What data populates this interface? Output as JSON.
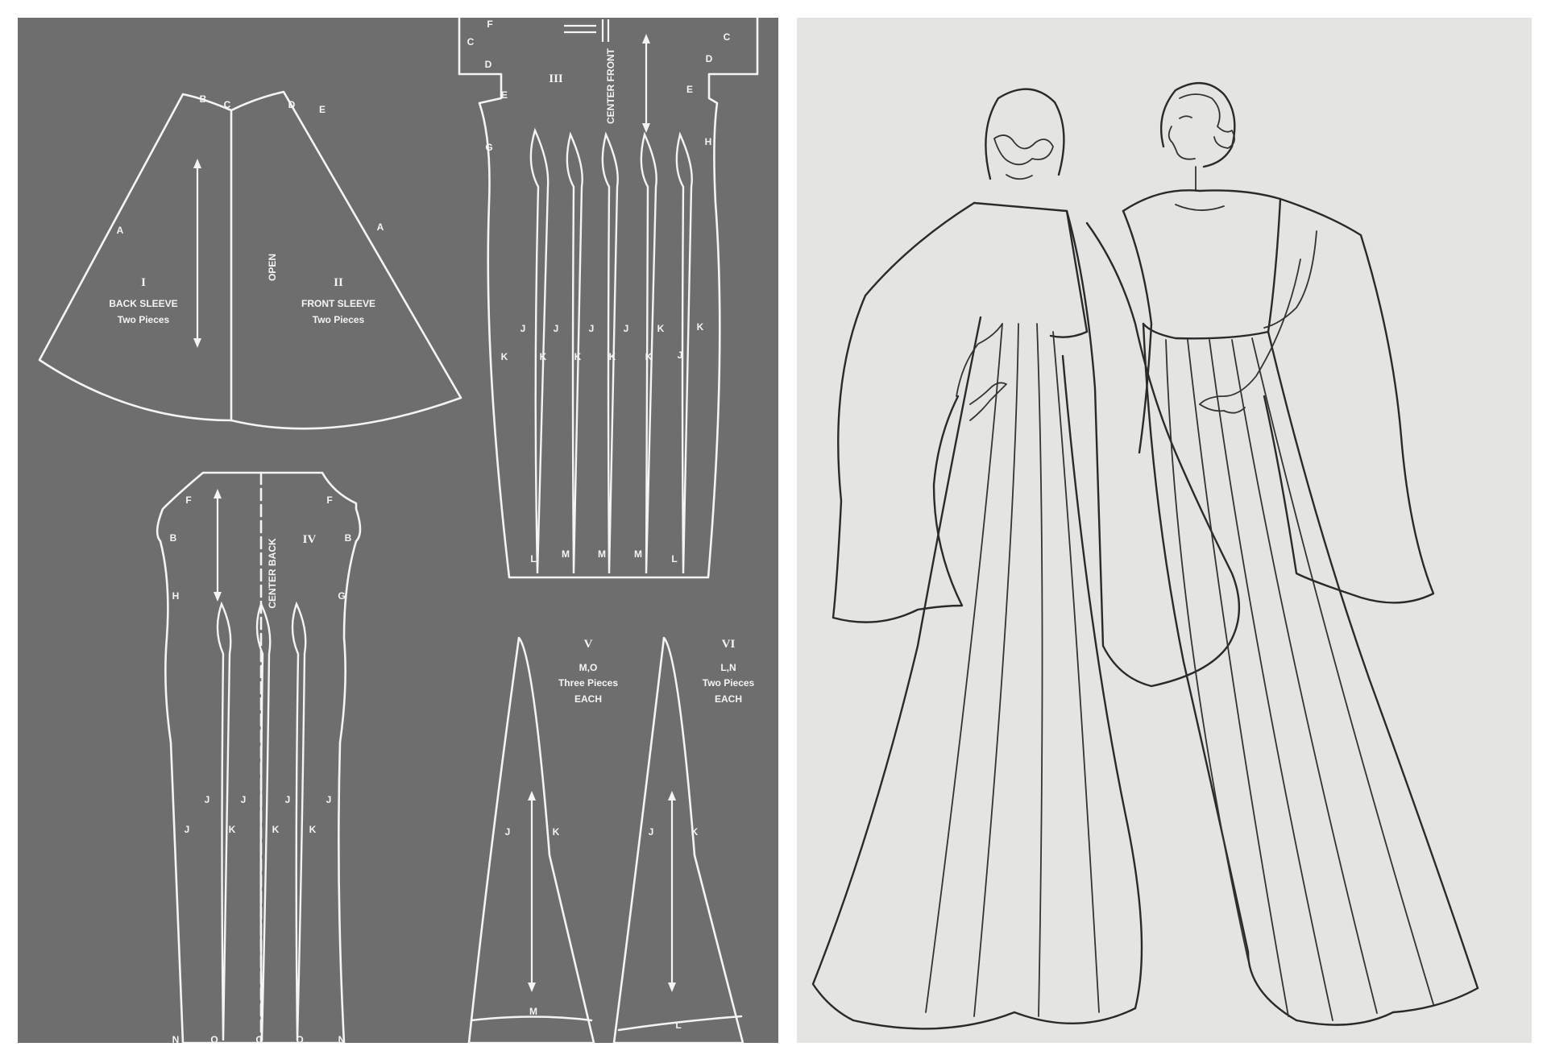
{
  "pattern": {
    "piece_1": {
      "numeral": "I",
      "name": "BACK SLEEVE",
      "qty": "Two Pieces",
      "letters": [
        "B",
        "C",
        "A"
      ]
    },
    "piece_2": {
      "numeral": "II",
      "name": "FRONT SLEEVE",
      "qty": "Two Pieces",
      "letters": [
        "D",
        "E",
        "A"
      ]
    },
    "sleeve_fold": "OPEN",
    "piece_3": {
      "numeral": "III",
      "center_label": "CENTER FRONT",
      "top_letters": [
        "F",
        "C",
        "D",
        "E",
        "C",
        "D",
        "E"
      ],
      "side_letters": [
        "G",
        "H"
      ],
      "j_row": [
        "J",
        "J",
        "J",
        "J",
        "K",
        "K"
      ],
      "k_row": [
        "K",
        "K",
        "K",
        "K",
        "K",
        "J"
      ],
      "hem_letters": [
        "L",
        "M",
        "M",
        "M",
        "L"
      ]
    },
    "piece_4": {
      "numeral": "IV",
      "center_label": "CENTER BACK",
      "side_letters": [
        "F",
        "B",
        "F",
        "B",
        "H",
        "G"
      ],
      "j_row": [
        "J",
        "J",
        "J",
        "J"
      ],
      "k_row": [
        "J",
        "K",
        "K",
        "K"
      ],
      "hem_letters": [
        "N",
        "O",
        "O",
        "O",
        "N"
      ]
    },
    "piece_5": {
      "numeral": "V",
      "code": "M,O",
      "qty": "Three Pieces",
      "each": "EACH",
      "letters": [
        "J",
        "K",
        "M"
      ]
    },
    "piece_6": {
      "numeral": "VI",
      "code": "L,N",
      "qty": "Two Pieces",
      "each": "EACH",
      "letters": [
        "J",
        "K",
        "L"
      ]
    }
  },
  "colors": {
    "pattern_bg": "#6e6e6e",
    "pattern_line": "#f4f4f4",
    "sketch_bg": "#e4e4e2",
    "sketch_ink": "#2a2a2a"
  }
}
